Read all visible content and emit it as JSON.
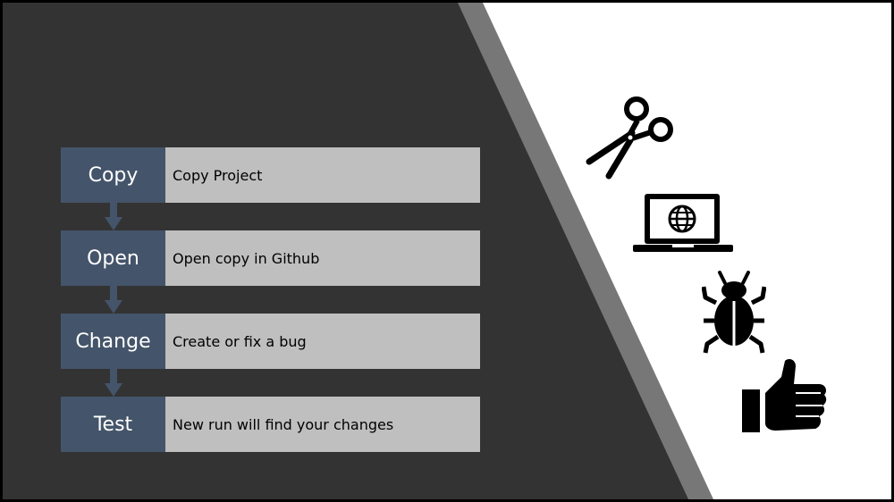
{
  "steps": [
    {
      "label": "Copy",
      "description": "Copy Project"
    },
    {
      "label": "Open",
      "description": "Open copy in Github"
    },
    {
      "label": "Change",
      "description": "Create or fix a bug"
    },
    {
      "label": "Test",
      "description": "New run will find your changes"
    }
  ],
  "icons": [
    "scissors-icon",
    "laptop-globe-icon",
    "bug-icon",
    "thumbs-up-icon"
  ],
  "colors": {
    "background_dark": "#333333",
    "background_light": "#ffffff",
    "diagonal_band": "#777777",
    "step_label_bg": "#44546a",
    "step_desc_bg": "#bfbfbf"
  }
}
